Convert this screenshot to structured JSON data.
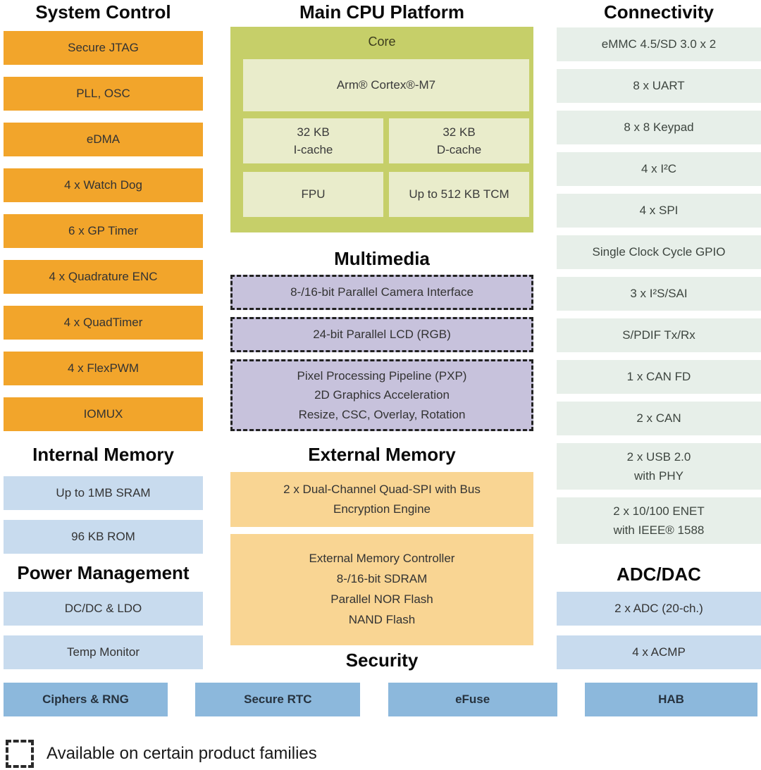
{
  "palette": {
    "orange": "#F2A52B",
    "light_blue": "#C8DBEE",
    "security_blue": "#8CB8DC",
    "pale_green": "#E7EFE9",
    "olive": "#C6CF69",
    "olive_light": "#E9ECCB",
    "lavender": "#C7C2DC",
    "tan": "#F9D593"
  },
  "left": {
    "system_control": {
      "title": "System Control",
      "items": [
        "Secure JTAG",
        "PLL, OSC",
        "eDMA",
        "4 x Watch Dog",
        "6 x GP Timer",
        "4 x Quadrature ENC",
        "4 x QuadTimer",
        "4 x FlexPWM",
        "IOMUX"
      ]
    },
    "internal_memory": {
      "title": "Internal Memory",
      "items": [
        "Up to 1MB SRAM",
        "96 KB ROM"
      ]
    },
    "power_management": {
      "title": "Power Management",
      "items": [
        "DC/DC & LDO",
        "Temp Monitor"
      ]
    }
  },
  "middle": {
    "cpu": {
      "title": "Main CPU Platform",
      "core_label": "Core",
      "cells": {
        "arm": "Arm® Cortex®-M7",
        "icache": "32 KB\nI-cache",
        "dcache": "32 KB\nD-cache",
        "fpu": "FPU",
        "tcm": "Up to 512 KB TCM"
      }
    },
    "multimedia": {
      "title": "Multimedia",
      "blocks": [
        "8-/16-bit Parallel Camera Interface",
        "24-bit Parallel LCD (RGB)",
        "Pixel Processing Pipeline (PXP)\n2D Graphics Acceleration\nResize, CSC, Overlay, Rotation"
      ]
    },
    "external_memory": {
      "title": "External Memory",
      "blocks": [
        "2 x Dual-Channel Quad-SPI with Bus\nEncryption Engine",
        "External Memory Controller\n8-/16-bit SDRAM\nParallel NOR Flash\nNAND Flash"
      ]
    }
  },
  "right": {
    "connectivity": {
      "title": "Connectivity",
      "items": [
        "eMMC 4.5/SD 3.0 x 2",
        "8 x UART",
        "8 x 8 Keypad",
        "4 x I²C",
        "4 x SPI",
        "Single Clock Cycle GPIO",
        "3 x I²S/SAI",
        "S/PDIF Tx/Rx",
        "1 x CAN FD",
        "2 x CAN",
        "2 x USB 2.0\nwith PHY",
        "2 x 10/100 ENET\nwith IEEE® 1588"
      ]
    },
    "adc_dac": {
      "title": "ADC/DAC",
      "items": [
        "2 x ADC (20-ch.)",
        "4 x ACMP"
      ]
    }
  },
  "security": {
    "title": "Security",
    "items": [
      "Ciphers & RNG",
      "Secure RTC",
      "eFuse",
      "HAB"
    ]
  },
  "legend": {
    "text": "Available on certain product families"
  }
}
